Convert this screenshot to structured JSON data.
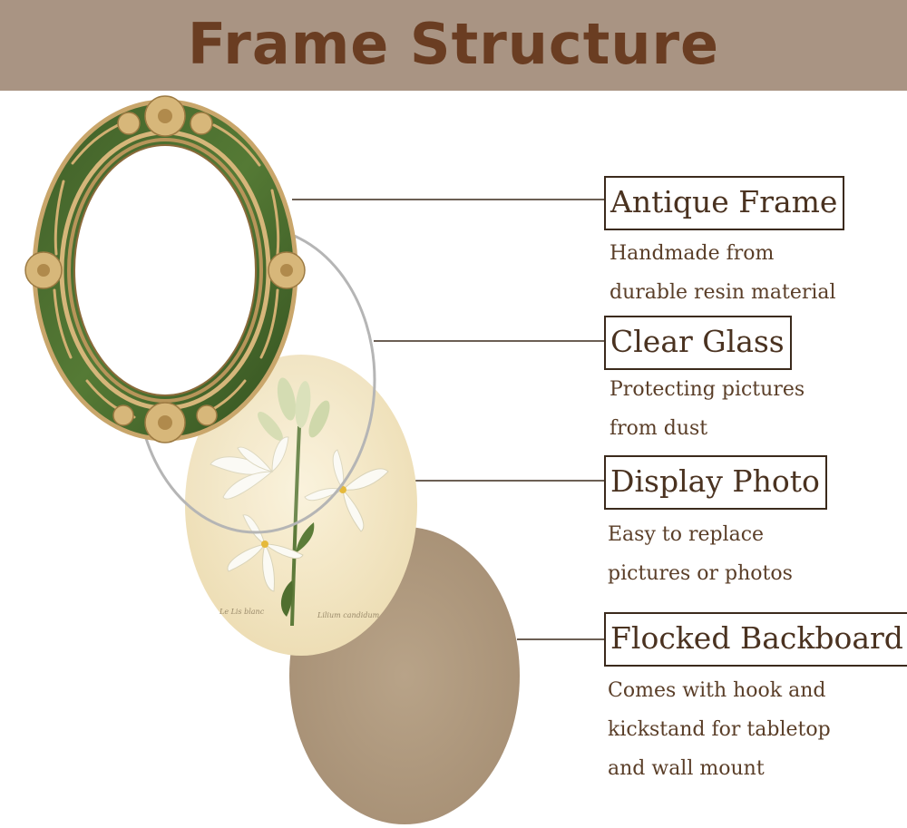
{
  "header": {
    "title": "Frame Structure"
  },
  "parts": [
    {
      "title": "Antique Frame",
      "lines": [
        "Handmade from",
        "durable resin material"
      ]
    },
    {
      "title": "Clear Glass",
      "lines": [
        "Protecting pictures",
        "from dust"
      ]
    },
    {
      "title": "Display Photo",
      "lines": [
        "Easy to replace",
        "pictures or photos"
      ]
    },
    {
      "title": "Flocked Backboard",
      "lines": [
        "Comes with hook and",
        "kickstand for tabletop",
        "and wall mount"
      ]
    }
  ],
  "photo": {
    "caption_left": "Le Lis blanc",
    "caption_right": "Lilium candidum"
  },
  "colors": {
    "banner": "#a99483",
    "title": "#6a3d22",
    "frame_green": "#4a6b2e",
    "gold": "#c9a66b",
    "backboard": "#b39d82",
    "photo_bg": "#f3e8c8"
  }
}
